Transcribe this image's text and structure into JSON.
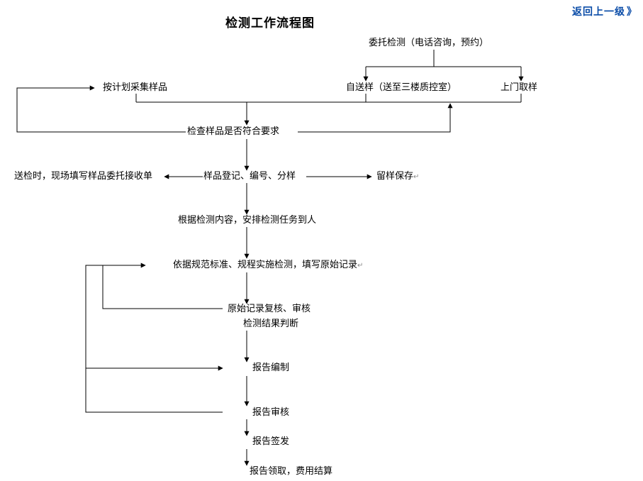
{
  "title": "检测工作流程图",
  "back_link": {
    "label": "返回上一级",
    "icon": "double-chevron-right-icon",
    "glyph": "》",
    "color": "#0a4ca8"
  },
  "nodes": {
    "entrust": "委托检测（电话咨询，预约）",
    "planned_sampling": "按计划采集样品",
    "self_delivery": "自送样（送至三楼质控室）",
    "onsite_sampling": "上门取样",
    "check_sample": "检查样品是否符合要求",
    "delivery_form": "送检时，现场填写样品委托接收单",
    "register": "样品登记、编号、分样",
    "retain": "留样保存",
    "arrange": "根据检测内容，安排检测任务到人",
    "perform": "依据规范标准、规程实施检测，填写原始记录",
    "review_record": "原始记录复核、审核",
    "judge": "检测结果判断",
    "report_compile": "报告编制",
    "report_review": "报告审核",
    "report_issue": "报告签发",
    "report_collect": "报告领取，费用结算"
  },
  "marks": {
    "return_glyph": "↵"
  }
}
